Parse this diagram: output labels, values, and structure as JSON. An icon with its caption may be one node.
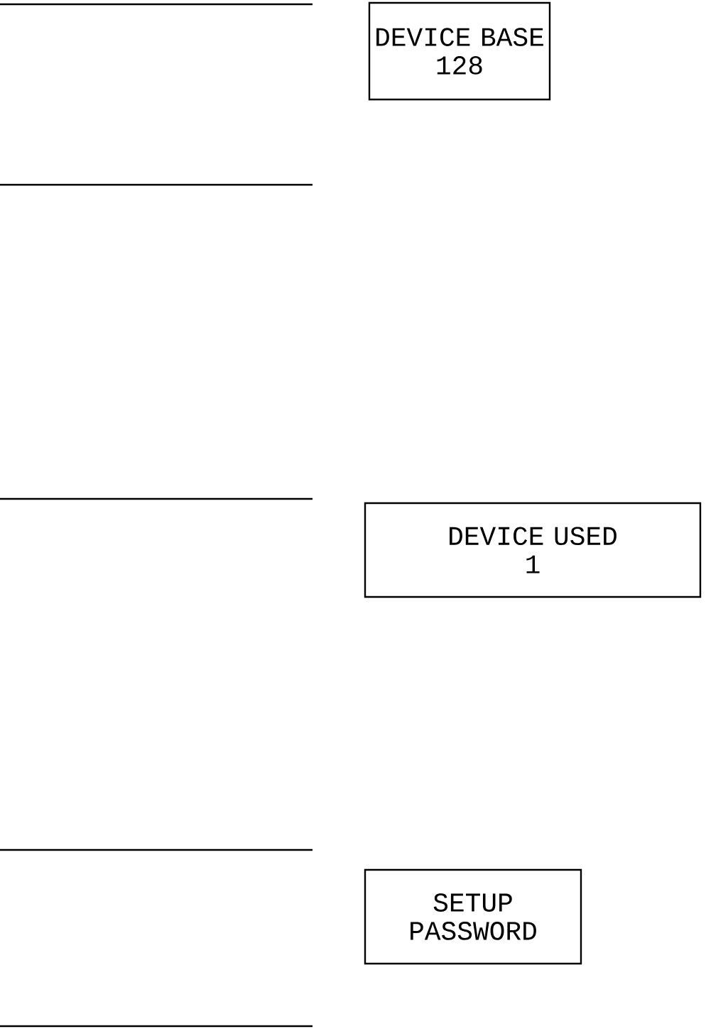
{
  "diagram": {
    "nodes": [
      {
        "text": [
          "DEVICE BASE",
          "128"
        ]
      },
      {
        "text": [
          "DEVICE USED",
          "1"
        ]
      },
      {
        "text": [
          "SETUP PASSWORD"
        ]
      }
    ]
  }
}
